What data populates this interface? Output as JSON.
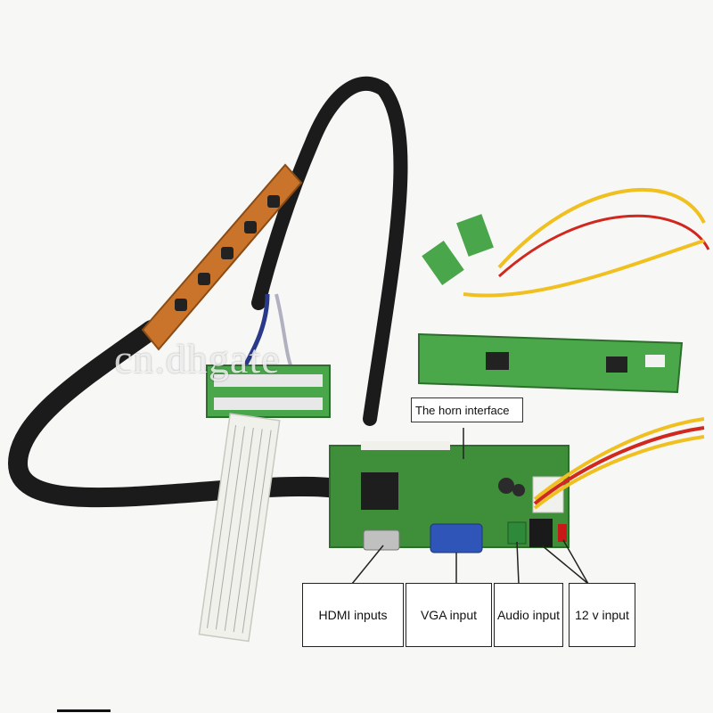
{
  "labels": {
    "horn": "The horn interface",
    "hdmi": "HDMI inputs",
    "vga": "VGA input",
    "audio": "Audio input",
    "power": "12 v input"
  },
  "watermark": "cn.dhgate",
  "colors": {
    "pcb_green": "#3f8f3a",
    "keypad_orange": "#c9742a",
    "cable_black": "#1b1b1b",
    "vga_blue": "#2f55b8",
    "wire_yellow": "#f0c020",
    "wire_red": "#d0281e",
    "lead_red": "#c81818"
  },
  "icons": [
    "hdmi-port-icon",
    "vga-port-icon",
    "audio-jack-icon",
    "power-jack-icon"
  ]
}
